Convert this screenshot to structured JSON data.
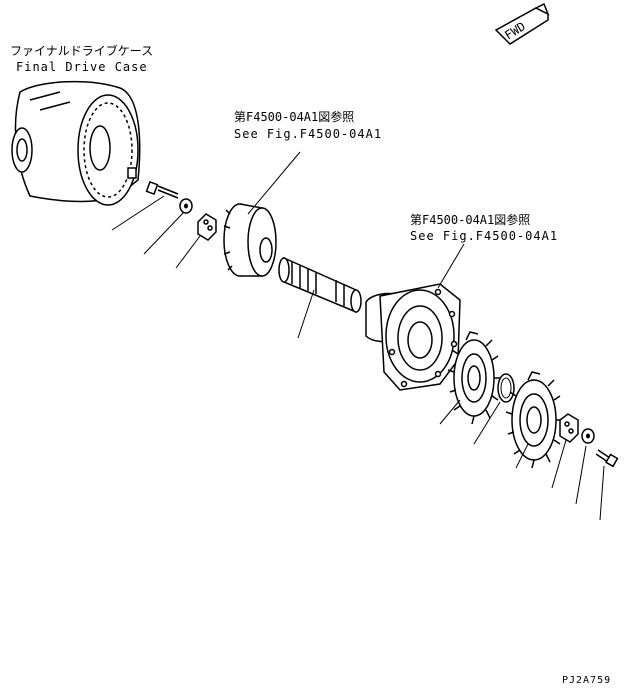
{
  "labels": {
    "case_jp": "ファイナルドライブケース",
    "case_en": "Final Drive Case",
    "ref1_jp": "第F4500-04A1図参照",
    "ref1_en": "See Fig.F4500-04A1",
    "ref2_jp": "第F4500-04A1図参照",
    "ref2_en": "See Fig.F4500-04A1",
    "fwd": "FWD",
    "drawing_id": "PJ2A759"
  }
}
